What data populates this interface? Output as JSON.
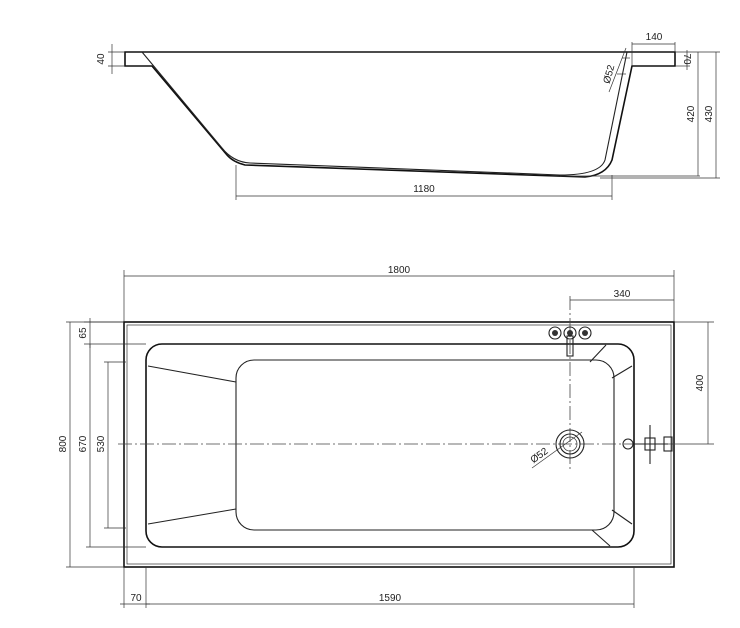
{
  "side_view": {
    "rim_thickness": "40",
    "rim_width": "140",
    "overflow_depth": "70",
    "overflow_diameter": "Ø52",
    "depth_inner": "420",
    "depth_total": "430",
    "bottom_length": "1180"
  },
  "top_view": {
    "total_length": "1800",
    "faucet_offset": "340",
    "drain_offset": "400",
    "rim_top": "65",
    "total_width": "800",
    "inner_width": "670",
    "bottom_width": "530",
    "drain_diameter": "Ø52",
    "rim_left": "70",
    "inner_length": "1590"
  }
}
